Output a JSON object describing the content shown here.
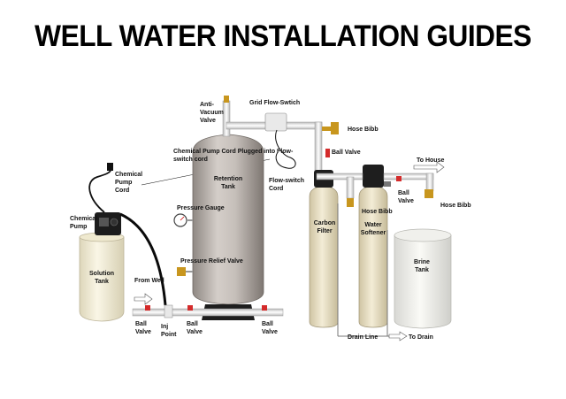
{
  "title": "WELL WATER INSTALLATION GUIDES",
  "labels": {
    "anti_vacuum_valve": "Anti-\nVacuum\nValve",
    "grid_flow_switch": "Grid Flow-Swtich",
    "hose_bibb_top": "Hose Bibb",
    "chemical_pump_cord_plugged": "Chemical Pump Cord Plugged into Flow-\nswitch cord",
    "ball_valve_top": "Ball Valve",
    "to_house": "To House",
    "chemical_pump_cord": "Chemical\nPump\nCord",
    "retention_tank": "Retention\nTank",
    "flow_switch_cord": "Flow-switch\nCord",
    "ball_valve_right": "Ball\nValve",
    "hose_bibb_right": "Hose Bibb",
    "chemical_pump": "Chemical\nPump",
    "pressure_gauge": "Pressure Gauge",
    "carbon_filter": "Carbon\nFilter",
    "hose_bibb_mid": "Hose Bibb",
    "water_softener": "Water\nSoftener",
    "brine_tank": "Brine\nTank",
    "solution_tank": "Solution\nTank",
    "pressure_relief_valve": "Pressure Relief Valve",
    "from_well": "From Well",
    "ball_valve_1": "Ball\nValve",
    "inj_point": "Inj\nPoint",
    "ball_valve_2": "Ball\nValve",
    "ball_valve_3": "Ball\nValve",
    "drain_line": "Drain Line",
    "to_drain": "To Drain"
  },
  "colors": {
    "pipe": "#f2f2f2",
    "pipe_outline": "#9a9a9a",
    "tank_body": "#c8c2bd",
    "tank_shade": "#8e8782",
    "solution_tank": "#f4efd8",
    "filter_body": "#ece3c8",
    "valve_red": "#d42b2b",
    "brass": "#c8961e"
  }
}
